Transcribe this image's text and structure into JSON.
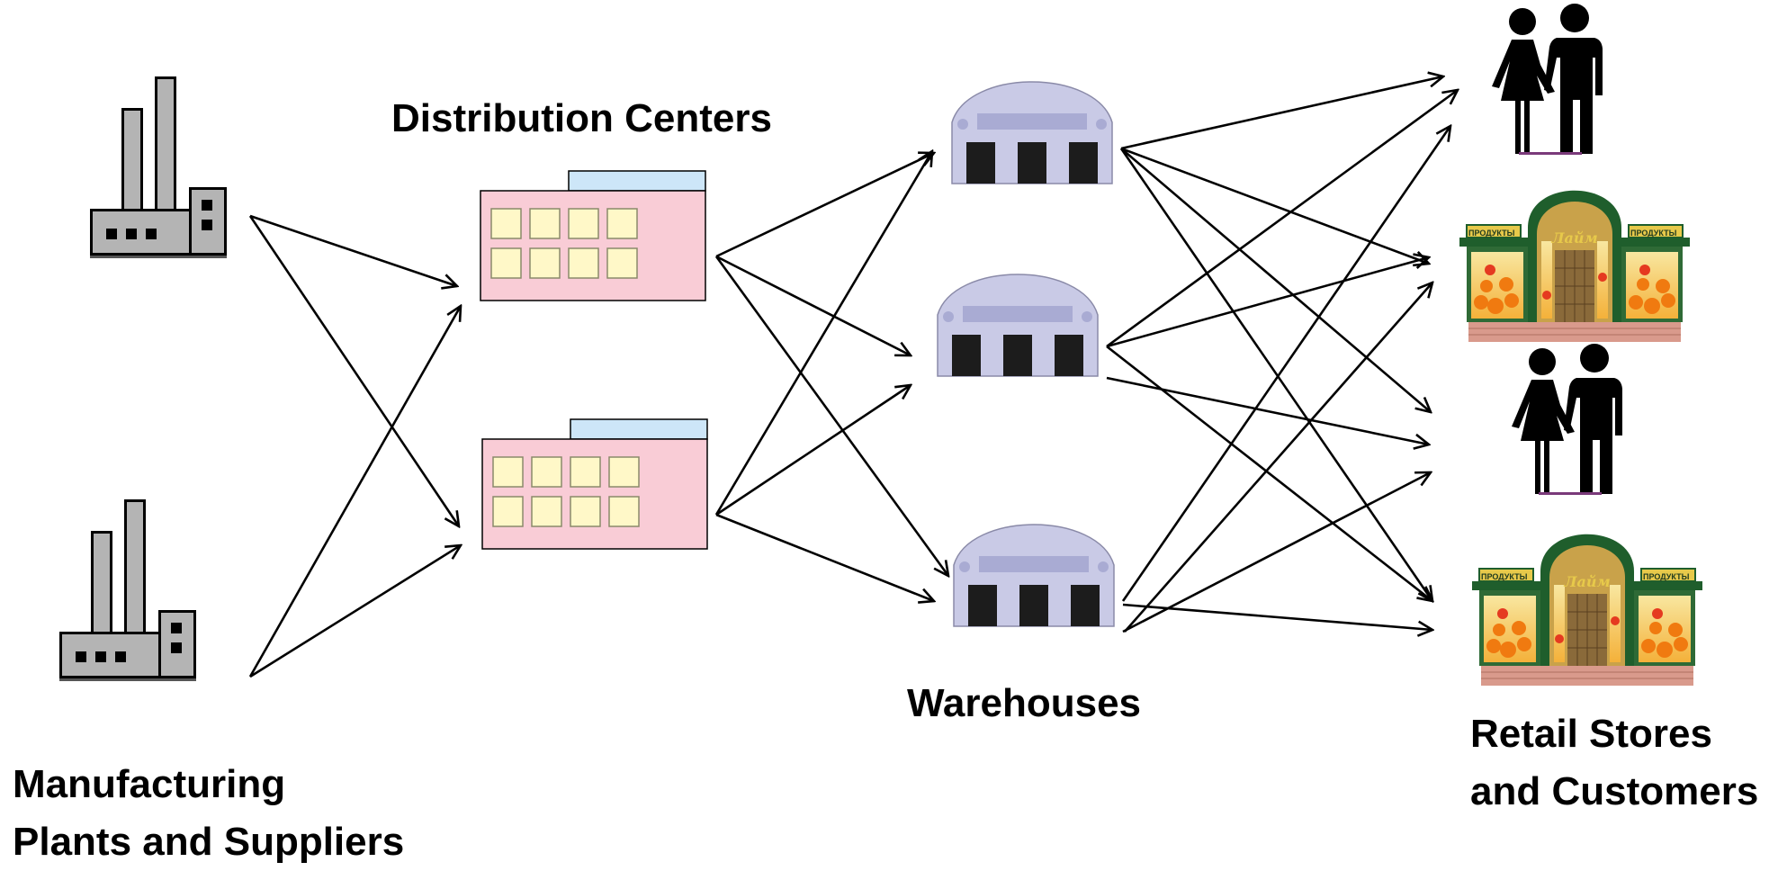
{
  "labels": {
    "manufacturing": [
      "Manufacturing",
      "Plants and Suppliers"
    ],
    "distribution": "Distribution Centers",
    "warehouses": "Warehouses",
    "retail": [
      "Retail Stores",
      "and Customers"
    ]
  },
  "store_sign": {
    "side_sign": "ПРОДУКТЫ",
    "arch_sign": "Лайм"
  },
  "colors": {
    "factory_fill": "#b4b4b4",
    "dc_body": "#f9ccd6",
    "dc_tab": "#cde6f8",
    "dc_window": "#fff8c8",
    "warehouse": "#c9cae6",
    "warehouse_band": "#a9abd3",
    "store_green": "#1f5e2c",
    "store_brick": "#d99a8c"
  },
  "nodes": {
    "plants": [
      "plant-1",
      "plant-2"
    ],
    "distribution_centers": [
      "dc-1",
      "dc-2"
    ],
    "warehouses": [
      "warehouse-1",
      "warehouse-2",
      "warehouse-3"
    ],
    "customers": [
      "customers-1",
      "store-1",
      "customers-2",
      "store-2"
    ]
  }
}
